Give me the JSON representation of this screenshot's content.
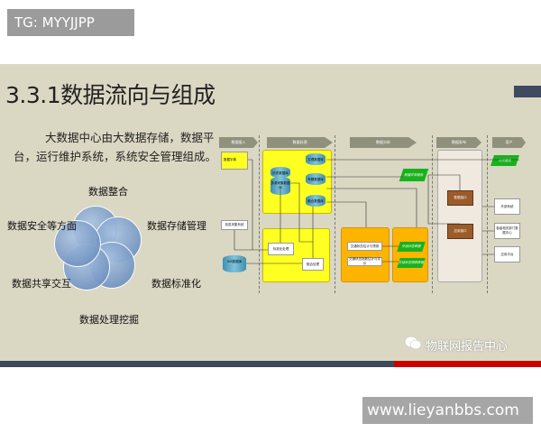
{
  "watermark_top": "TG: MYYJJPP",
  "slide": {
    "title": "3.3.1数据流向与组成",
    "description": "大数据中心由大数据存储，数据平台，运行维护系统，系统安全管理组成。",
    "venn_labels": [
      "数据整合",
      "数据存储管理",
      "数据标准化",
      "数据处理挖掘",
      "数据共享交互",
      "数据安全等方面"
    ],
    "diagram": {
      "stages": [
        "数据接入",
        "数据处理",
        "数据分析",
        "数据发布",
        "用户"
      ],
      "nodes": {
        "dict": "数据字典",
        "collect": "信息采集系统",
        "gis": "GIS数据库",
        "hist": "历史数据库",
        "multi": "多源采集数据库",
        "db1": "文理数据库",
        "db2": "专题数据库",
        "db3": "融合数据库",
        "std": "标准化处理",
        "fuse": "融合处理",
        "an1": "交通状态估计与预测",
        "an2": "交通状态指数估计与评价",
        "g1": "交通状态数据",
        "g2": "交通状态指数数据",
        "share": "数据共享服务",
        "pub1": "数据接口",
        "pub2": "应用接口",
        "u1": "外部系统",
        "u2": "各级相关部门数据中心",
        "u3": "应用平台",
        "ug": "公共服务"
      }
    },
    "footer_brand": "物联网报告中心",
    "colors": {
      "background": "#dad7c3",
      "bar_dark": "#3e4a5a",
      "bar_red": "#cc0000"
    }
  },
  "watermark_bottom": "www.lieyanbbs.com"
}
